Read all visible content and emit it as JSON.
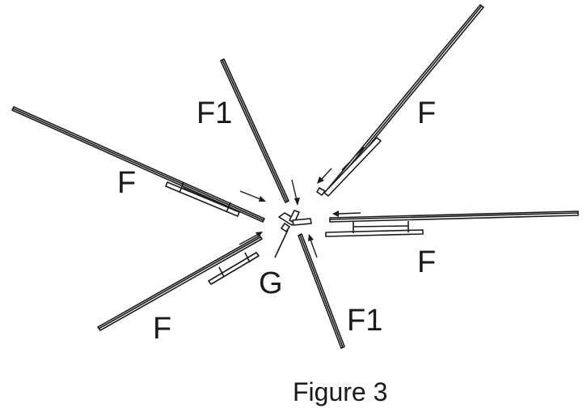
{
  "labels": {
    "f1_top": "F1",
    "f_top_right": "F",
    "f_left": "F",
    "f_right": "F",
    "g_connector": "G",
    "f_bottom_left": "F",
    "f1_bottom": "F1"
  },
  "caption": "Figure 3"
}
